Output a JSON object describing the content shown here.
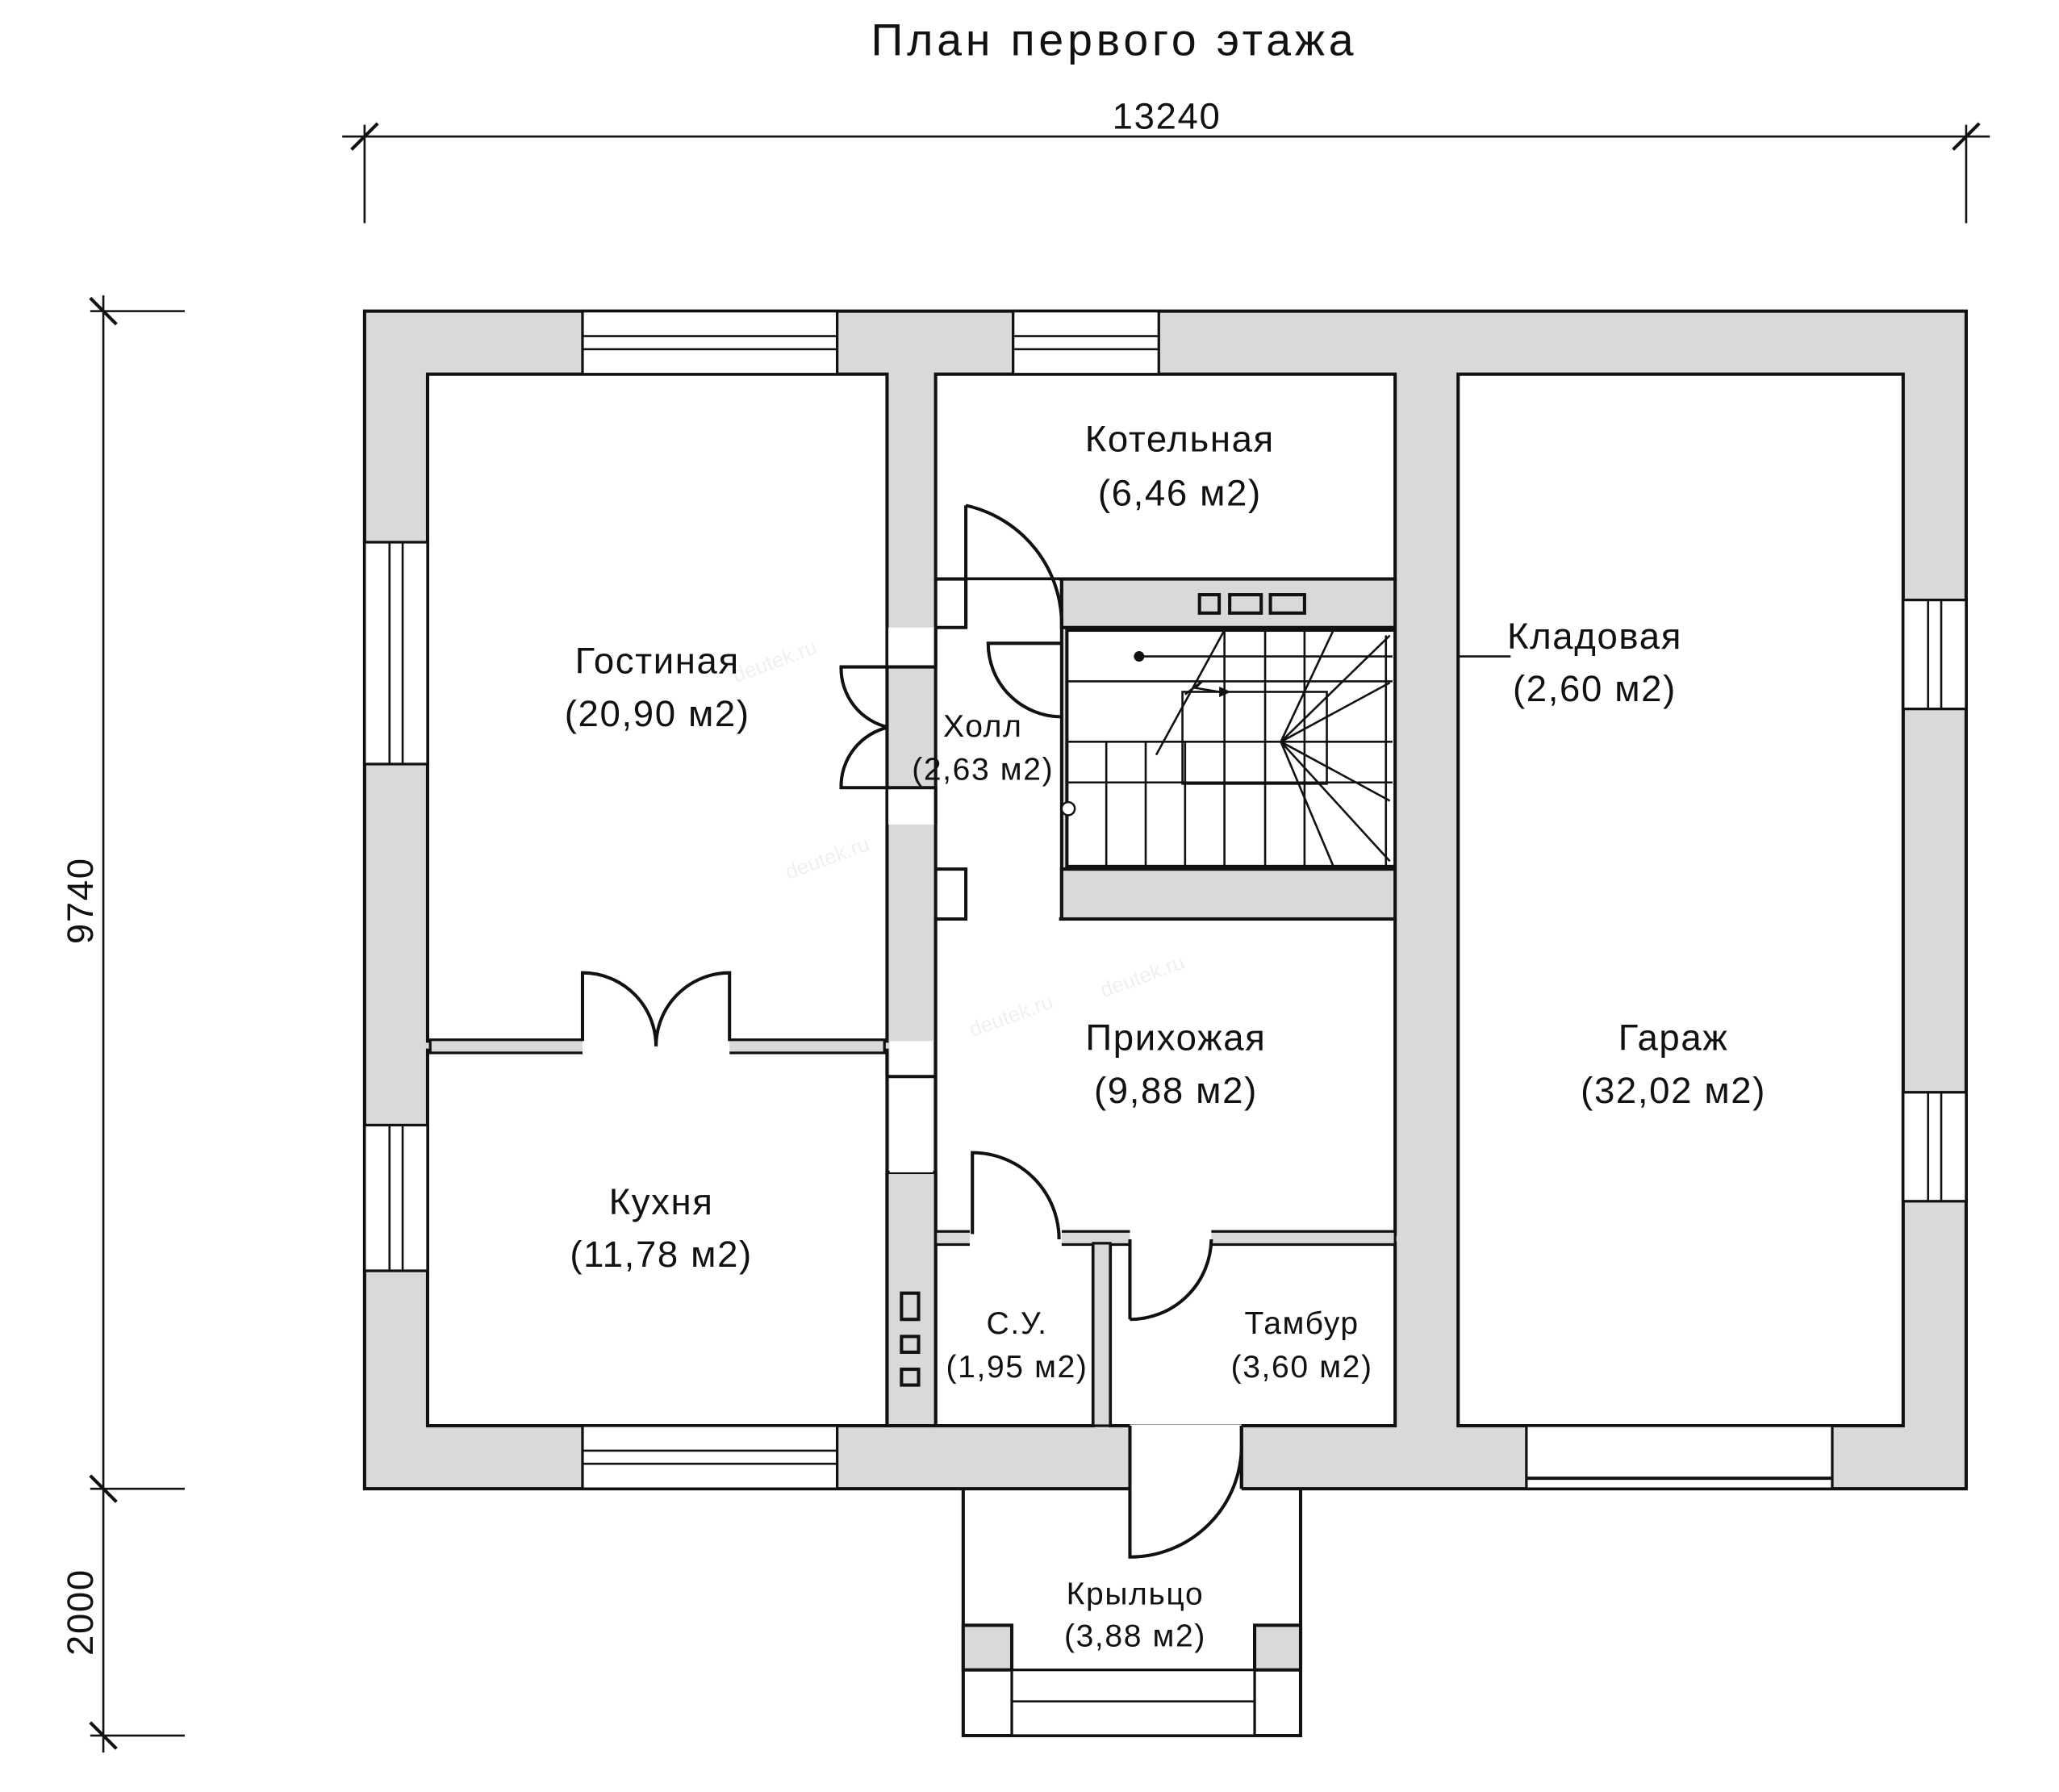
{
  "title": "План первого этажа",
  "dimensions": {
    "width": "13240",
    "depth": "9740",
    "porch": "2000"
  },
  "rooms": [
    {
      "name": "Гостиная",
      "area": "(20,90 м2)"
    },
    {
      "name": "Котельная",
      "area": "(6,46 м2)"
    },
    {
      "name": "Холл",
      "area": "(2,63 м2)"
    },
    {
      "name": "Кладовая",
      "area": "(2,60 м2)"
    },
    {
      "name": "Прихожая",
      "area": "(9,88 м2)"
    },
    {
      "name": "Гараж",
      "area": "(32,02 м2)"
    },
    {
      "name": "Кухня",
      "area": "(11,78 м2)"
    },
    {
      "name": "С.У.",
      "area": "(1,95 м2)"
    },
    {
      "name": "Тамбур",
      "area": "(3,60 м2)"
    },
    {
      "name": "Крыльцо",
      "area": "(3,88 м2)"
    }
  ],
  "watermark": "deutek.ru"
}
